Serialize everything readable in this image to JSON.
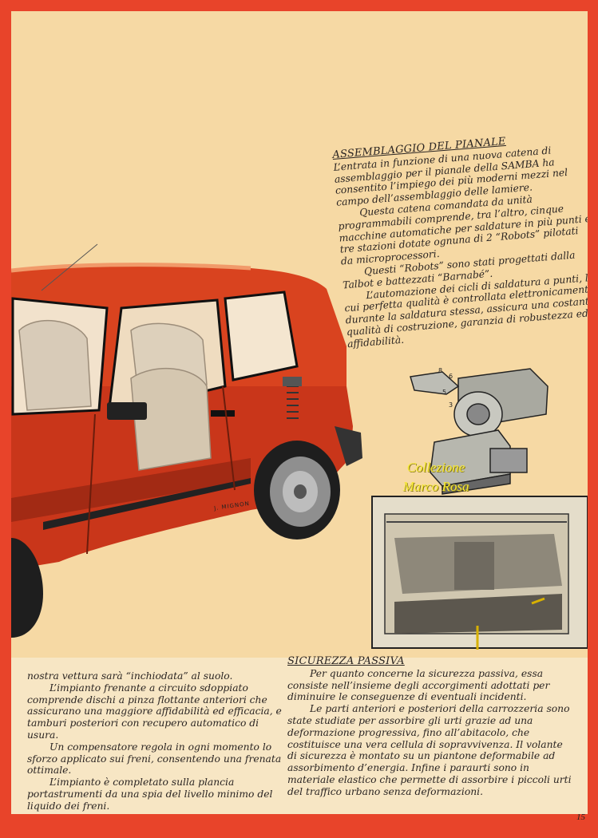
{
  "assemblaggio": {
    "heading": "ASSEMBLAGGIO DEL PIANALE",
    "paragraphs": [
      "L’entrata in funzione di una nuova catena di assemblaggio per il pianale della SAMBA ha consentito l’impiego dei più moderni mezzi nel campo dell’assemblaggio delle lamiere.",
      "Questa catena comandata da unità programmabili comprende, tra l’altro, cinque macchine automatiche per saldature in più punti e tre stazioni dotate ognuna di 2 “Robots” pilotati da microprocessori.",
      "Questi “Robots” sono stati progettati dalla Talbot e battezzati “Barnabé”.",
      "L’automazione dei cicli di saldatura a punti, la cui perfetta qualità è controllata elettronicamente durante la saldatura stessa, assicura una costante qualità di costruzione, garanzia di robustezza ed affidabilità."
    ]
  },
  "left_column": {
    "paragraphs": [
      "nostra vettura sarà “inchiodata” al suolo.",
      "L’impianto frenante a circuito sdoppiato comprende dischi a pinza flottante anteriori che assicurano una maggiore affidabilità ed efficacia, e tamburi posteriori con recupero automatico di usura.",
      "Un compensatore regola in ogni momento lo sforzo applicato sui freni, consentendo una frenata ottimale.",
      "L’impianto è completato sulla plancia portastrumenti da una spia del livello minimo del liquido dei freni."
    ]
  },
  "sicurezza": {
    "heading": "SICUREZZA PASSIVA",
    "paragraphs": [
      "Per quanto concerne la sicurezza passiva, essa consiste nell’insieme degli accorgimenti adottati per diminuire le conseguenze di eventuali incidenti.",
      "Le parti anteriori e posteriori della carrozzeria sono state studiate per assorbire gli urti grazie ad una deformazione progressiva, fino all’abitacolo, che costituisce una vera cellula di sopravvivenza. Il volante di sicurezza è montato su un piantone deformabile ad assorbimento d’energia. Infine i paraurti sono in materiale elastico che permette di assorbire i piccoli urti del traffico urbano senza deformazioni."
    ]
  },
  "watermark": {
    "line1": "Collezione",
    "line2": "Marco Rosa"
  },
  "signature": "J. MIGNON",
  "page_number": "15",
  "robot_labels": [
    "8",
    "6",
    "5",
    "3"
  ],
  "colors": {
    "border": "#e8442a",
    "car_body": "#d9431f",
    "paper": "#f6d9a4",
    "text": "#2a2422"
  }
}
